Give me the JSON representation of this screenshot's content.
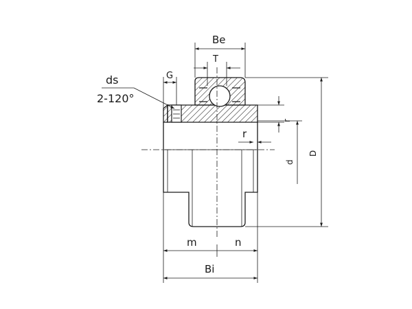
{
  "labels": {
    "be": "Be",
    "t": "T",
    "g": "G",
    "ds": "ds",
    "angle": "2-120°",
    "r": "r",
    "d_inner": "d",
    "d_outer": "D",
    "m": "m",
    "n": "n",
    "bi": "Bi"
  },
  "colors": {
    "line": "#1a1a1a",
    "background": "#ffffff"
  }
}
